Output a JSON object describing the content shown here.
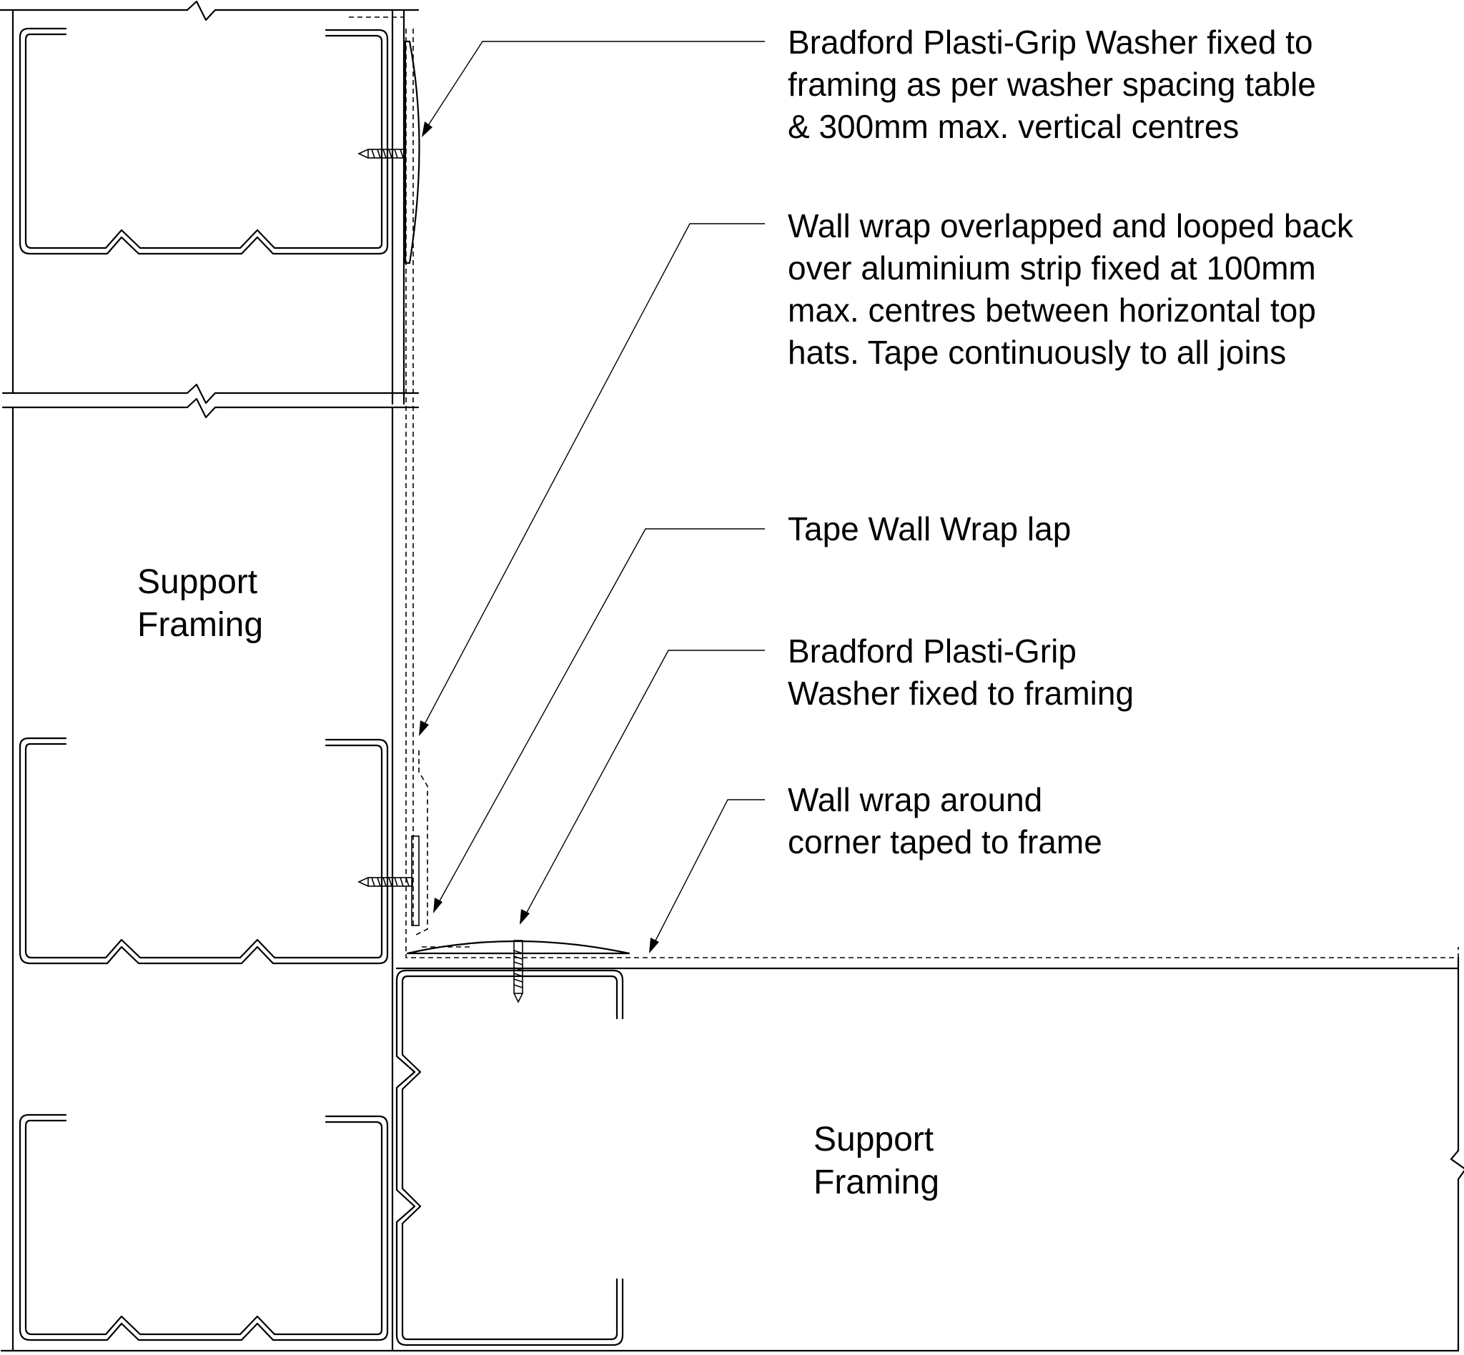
{
  "notes": [
    {
      "text": "Bradford Plasti-Grip Washer fixed to\nframing as per washer spacing table\n& 300mm max. vertical centres"
    },
    {
      "text": "Wall wrap overlapped and looped back\nover aluminium strip fixed at 100mm\nmax. centres between horizontal top\nhats. Tape continuously to all joins"
    },
    {
      "text": "Tape Wall Wrap lap"
    },
    {
      "text": "Bradford Plasti-Grip\nWasher fixed to framing"
    },
    {
      "text": "Wall wrap around\ncorner taped to frame"
    }
  ],
  "labels": {
    "left_framing": "Support\nFraming",
    "right_framing": "Support\nFraming"
  }
}
